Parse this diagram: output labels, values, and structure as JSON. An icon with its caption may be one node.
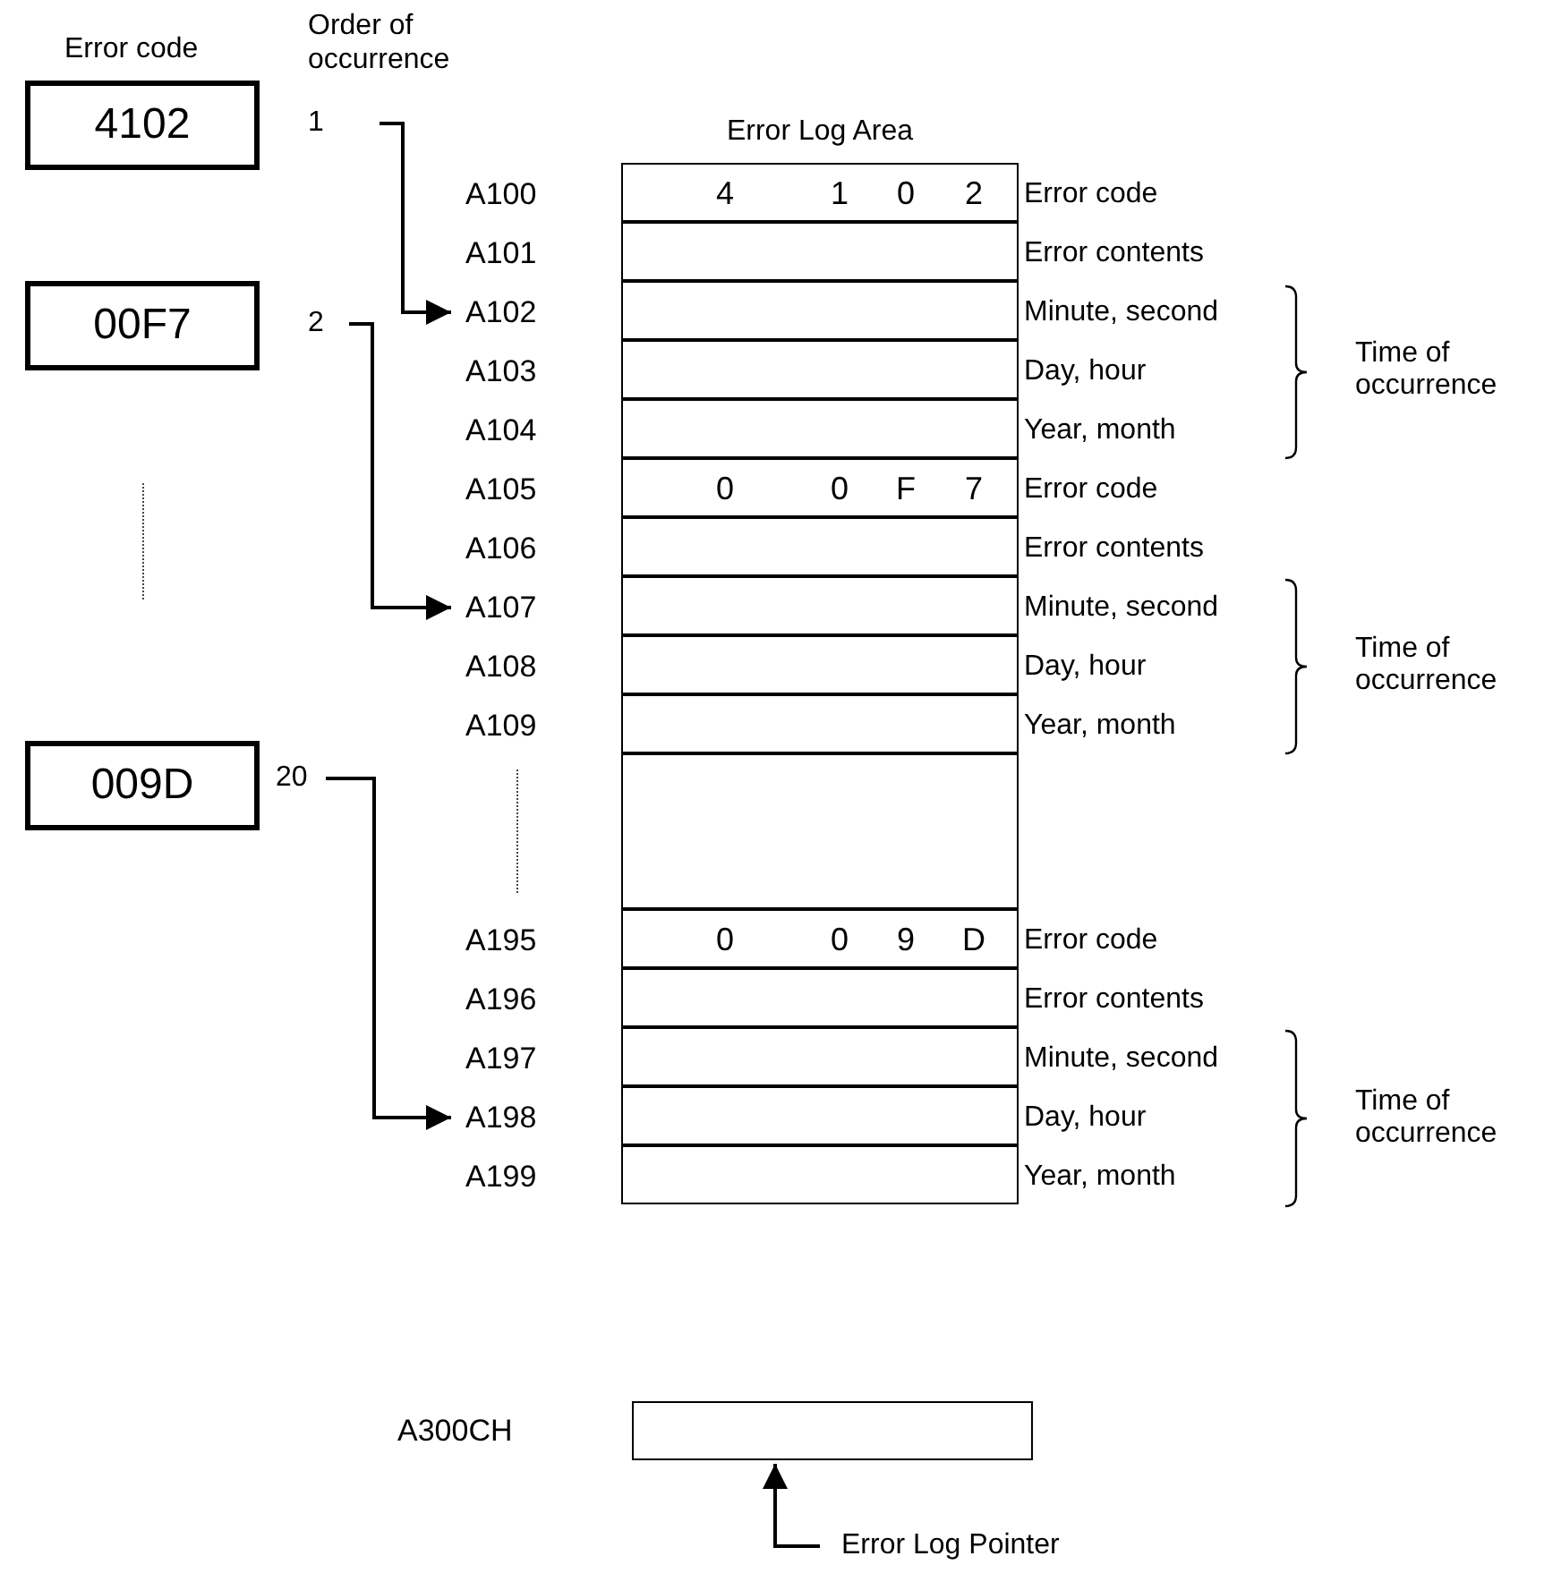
{
  "diagram": {
    "nodes": [
      {
        "text": [
          "4102"
        ]
      },
      {
        "text": [
          "1"
        ]
      },
      {
        "text": [
          "00F7"
        ]
      },
      {
        "text": [
          "2"
        ]
      },
      {
        "text": [
          "009D"
        ]
      },
      {
        "text": [
          "20"
        ]
      },
      {
        "text": [
          "Error Log Area"
        ]
      },
      {
        "text": [
          "4",
          "1",
          "0",
          "2"
        ],
        "in": 6,
        "beside": [
          "Error code"
        ]
      },
      {
        "text": [],
        "shape": "box",
        "in": 6,
        "beside": [
          "Error contents"
        ]
      },
      {
        "text": [],
        "shape": "box",
        "in": 6,
        "beside": [
          "Minute, second"
        ]
      },
      {
        "text": [],
        "shape": "box",
        "in": 6,
        "beside": [
          "Day, hour"
        ]
      },
      {
        "text": [],
        "shape": "box",
        "in": 6,
        "beside": [
          "Year, month"
        ]
      },
      {
        "text": [
          "0",
          "0",
          "F",
          "7"
        ],
        "in": 6,
        "beside": [
          "Error code"
        ]
      },
      {
        "text": [],
        "shape": "box",
        "in": 6,
        "beside": [
          "Error contents"
        ]
      },
      {
        "text": [],
        "shape": "box",
        "in": 6,
        "beside": [
          "Minute, second"
        ]
      },
      {
        "text": [],
        "shape": "box",
        "in": 6,
        "beside": [
          "Day, hour"
        ]
      },
      {
        "text": [],
        "shape": "box",
        "in": 6,
        "beside": [
          "Year, month"
        ]
      },
      {
        "text": [],
        "shape": "box",
        "in": 6
      },
      {
        "text": [
          "0",
          "0",
          "9",
          "D"
        ],
        "in": 6,
        "beside": [
          "Error code"
        ]
      },
      {
        "text": [],
        "shape": "box",
        "in": 6,
        "beside": [
          "Error contents"
        ]
      },
      {
        "text": [],
        "shape": "box",
        "in": 6,
        "beside": [
          "Minute, second"
        ]
      },
      {
        "text": [],
        "shape": "box",
        "in": 6,
        "beside": [
          "Day, hour"
        ]
      },
      {
        "text": [],
        "shape": "box",
        "in": 6,
        "beside": [
          "Year, month"
        ]
      },
      {
        "text": [
          "A100"
        ]
      },
      {
        "text": [
          "A101"
        ]
      },
      {
        "text": [
          "A102"
        ]
      },
      {
        "text": [
          "A103"
        ]
      },
      {
        "text": [
          "A104"
        ]
      },
      {
        "text": [
          "A105"
        ]
      },
      {
        "text": [
          "A106"
        ]
      },
      {
        "text": [
          "A107"
        ]
      },
      {
        "text": [
          "A108"
        ]
      },
      {
        "text": [
          "A109"
        ]
      },
      {
        "text": [
          "A195"
        ]
      },
      {
        "text": [
          "A196"
        ]
      },
      {
        "text": [
          "A197"
        ]
      },
      {
        "text": [
          "A198"
        ]
      },
      {
        "text": [
          "A199"
        ]
      },
      {
        "text": [],
        "shape": "box",
        "beside": [
          "A300CH"
        ]
      },
      {
        "text": [
          "Error Log Pointer"
        ]
      }
    ],
    "edges": [
      {
        "from": 1,
        "to": 25,
        "arrow": "to"
      },
      {
        "from": 3,
        "to": 30,
        "arrow": "to"
      },
      {
        "from": 5,
        "to": 36,
        "arrow": "to"
      },
      {
        "from": 39,
        "to": 38,
        "arrow": "to"
      }
    ],
    "labels": [
      "Error code",
      "Order of occurrence",
      "Time of occurrence",
      "Time of occurrence",
      "Time of occurrence"
    ]
  }
}
